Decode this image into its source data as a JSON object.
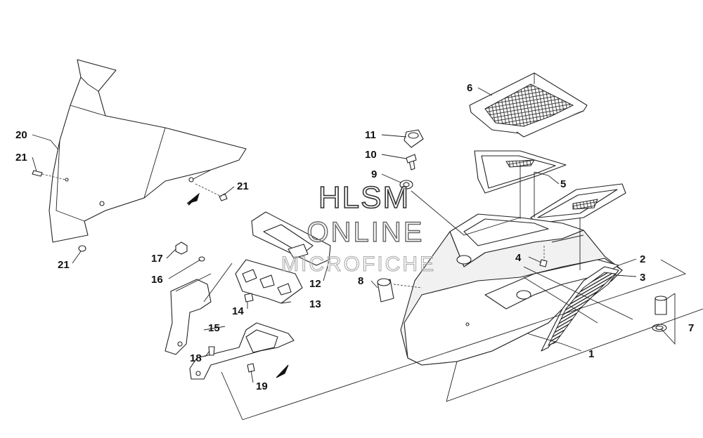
{
  "callouts": {
    "c1": "1",
    "c2": "2",
    "c3": "3",
    "c4": "4",
    "c5": "5",
    "c6": "6",
    "c7": "7",
    "c8": "8",
    "c9": "9",
    "c10": "10",
    "c11": "11",
    "c12": "12",
    "c13": "13",
    "c14": "14",
    "c15": "15",
    "c16": "16",
    "c17": "17",
    "c18": "18",
    "c19": "19",
    "c20": "20",
    "c21a": "21",
    "c21b": "21",
    "c21c": "21"
  },
  "watermark": {
    "line1": "HLSM",
    "line2": "ONLINE",
    "line3": "MICROFICHE"
  },
  "icons": [
    "arrow-icon"
  ],
  "colors": {
    "line": "#222222",
    "background": "#ffffff"
  }
}
